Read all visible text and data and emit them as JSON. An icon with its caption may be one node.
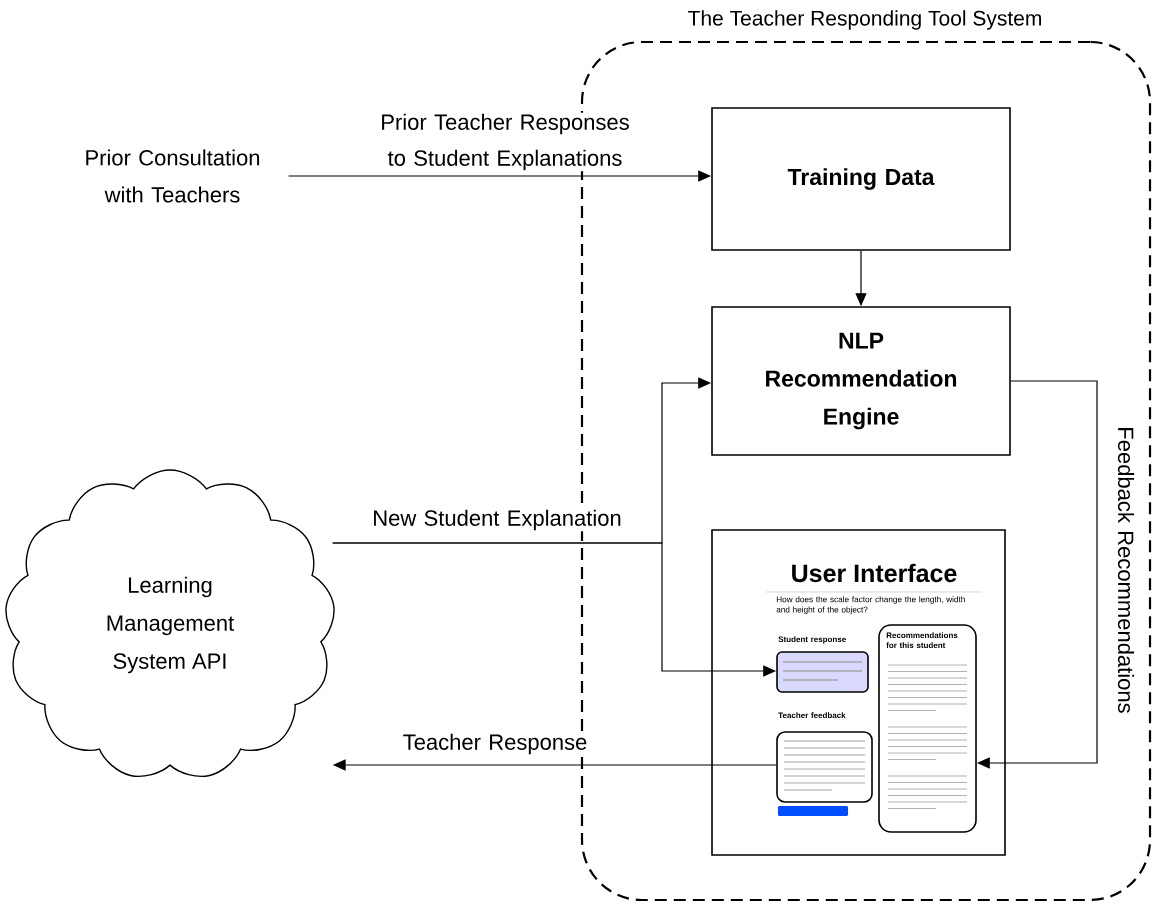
{
  "diagram": {
    "nodes": [
      {
        "text": [
          "The Teacher Responding Tool System"
        ]
      },
      {
        "text": [
          "Prior Consultation with Teachers"
        ]
      },
      {
        "text": [
          "Training Data"
        ],
        "in": 0
      },
      {
        "text": [
          "NLP Recommendation Engine"
        ],
        "in": 0
      },
      {
        "text": [
          "User Interface",
          "How does the scale factor change the length, width and height of the object?"
        ],
        "in": 0
      },
      {
        "text": [],
        "shape": "box",
        "in": 4
      },
      {
        "text": [
          "Recommendations for this student"
        ],
        "in": 4
      },
      {
        "text": [],
        "shape": "box",
        "in": 4
      },
      {
        "text": [
          "Learning Management System API"
        ]
      }
    ],
    "edges": [
      {
        "from": 1,
        "to": 2,
        "arrow": "to",
        "label": "Prior Teacher Responses to Student Explanations"
      },
      {
        "from": 2,
        "to": 3,
        "arrow": "to"
      },
      {
        "from": 8,
        "to": 3,
        "arrow": "to",
        "label": "New Student  Explanation"
      },
      {
        "from": 8,
        "to": 5,
        "arrow": "to"
      },
      {
        "from": 3,
        "to": 6,
        "arrow": "to",
        "label": "Feedback  Recommendations"
      },
      {
        "from": 7,
        "to": 8,
        "arrow": "to",
        "label": "Teacher Response"
      }
    ],
    "labels": [
      "Student response",
      "Teacher feedback"
    ]
  }
}
